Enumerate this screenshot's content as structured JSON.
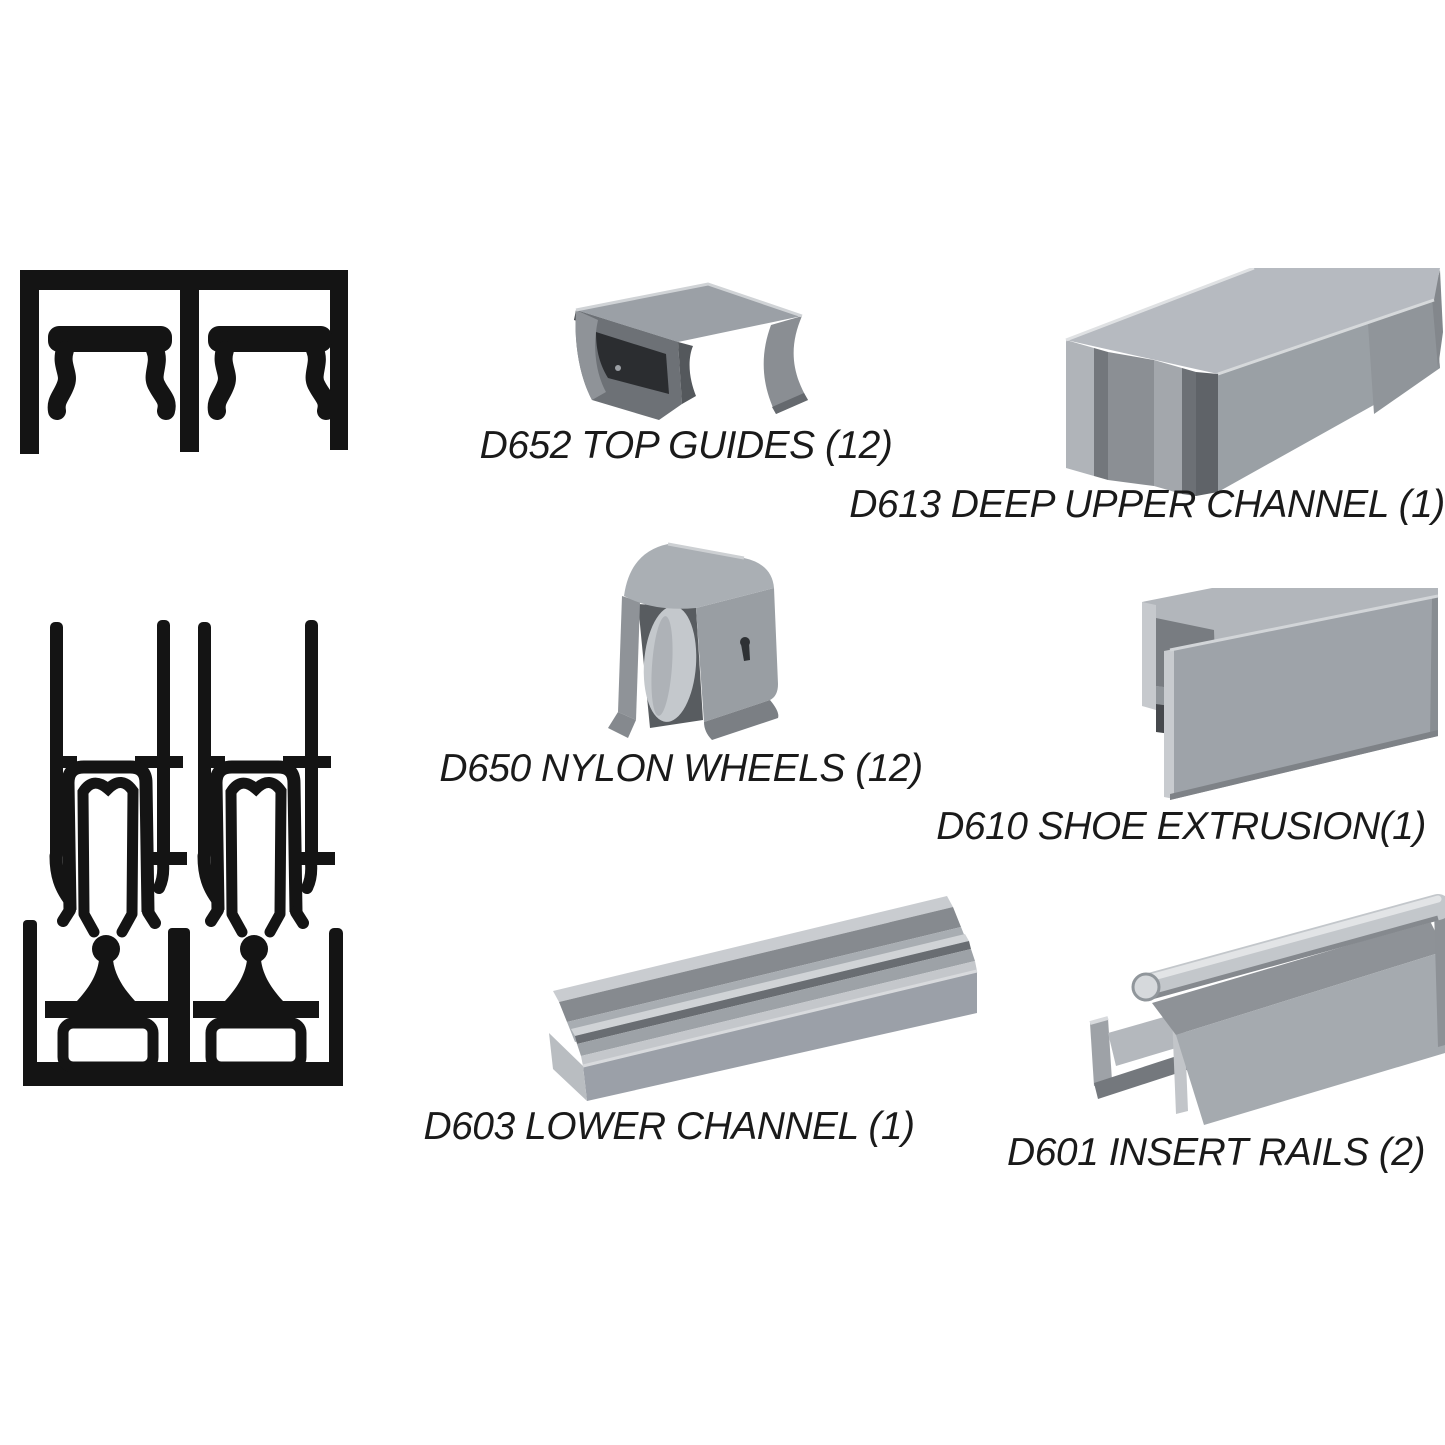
{
  "page": {
    "background": "#ffffff",
    "type": "hardware-parts-diagram"
  },
  "parts": [
    {
      "code": "D652",
      "name": "TOP GUIDES",
      "quantity": 12,
      "label": "D652 TOP GUIDES (12)"
    },
    {
      "code": "D613",
      "name": "DEEP UPPER CHANNEL",
      "quantity": 1,
      "label": "D613 DEEP UPPER CHANNEL (1)"
    },
    {
      "code": "D650",
      "name": "NYLON WHEELS",
      "quantity": 12,
      "label": "D650 NYLON WHEELS (12)"
    },
    {
      "code": "D610",
      "name": "SHOE EXTRUSION",
      "quantity": 1,
      "label": "D610 SHOE EXTRUSION(1)"
    },
    {
      "code": "D603",
      "name": "LOWER CHANNEL",
      "quantity": 1,
      "label": "D603 LOWER CHANNEL (1)"
    },
    {
      "code": "D601",
      "name": "INSERT RAILS",
      "quantity": 2,
      "label": "D601 INSERT RAILS (2)"
    }
  ],
  "diagrams": [
    {
      "id": "upper-track-cross-section"
    },
    {
      "id": "lower-track-cross-section"
    }
  ],
  "colors": {
    "line_art": "#141414",
    "label_text": "#1a1a1a",
    "metal_light": "#b6bac0",
    "metal_mid": "#9aa0a6",
    "metal_dark": "#6e7277",
    "metal_shadow": "#2e3033"
  }
}
